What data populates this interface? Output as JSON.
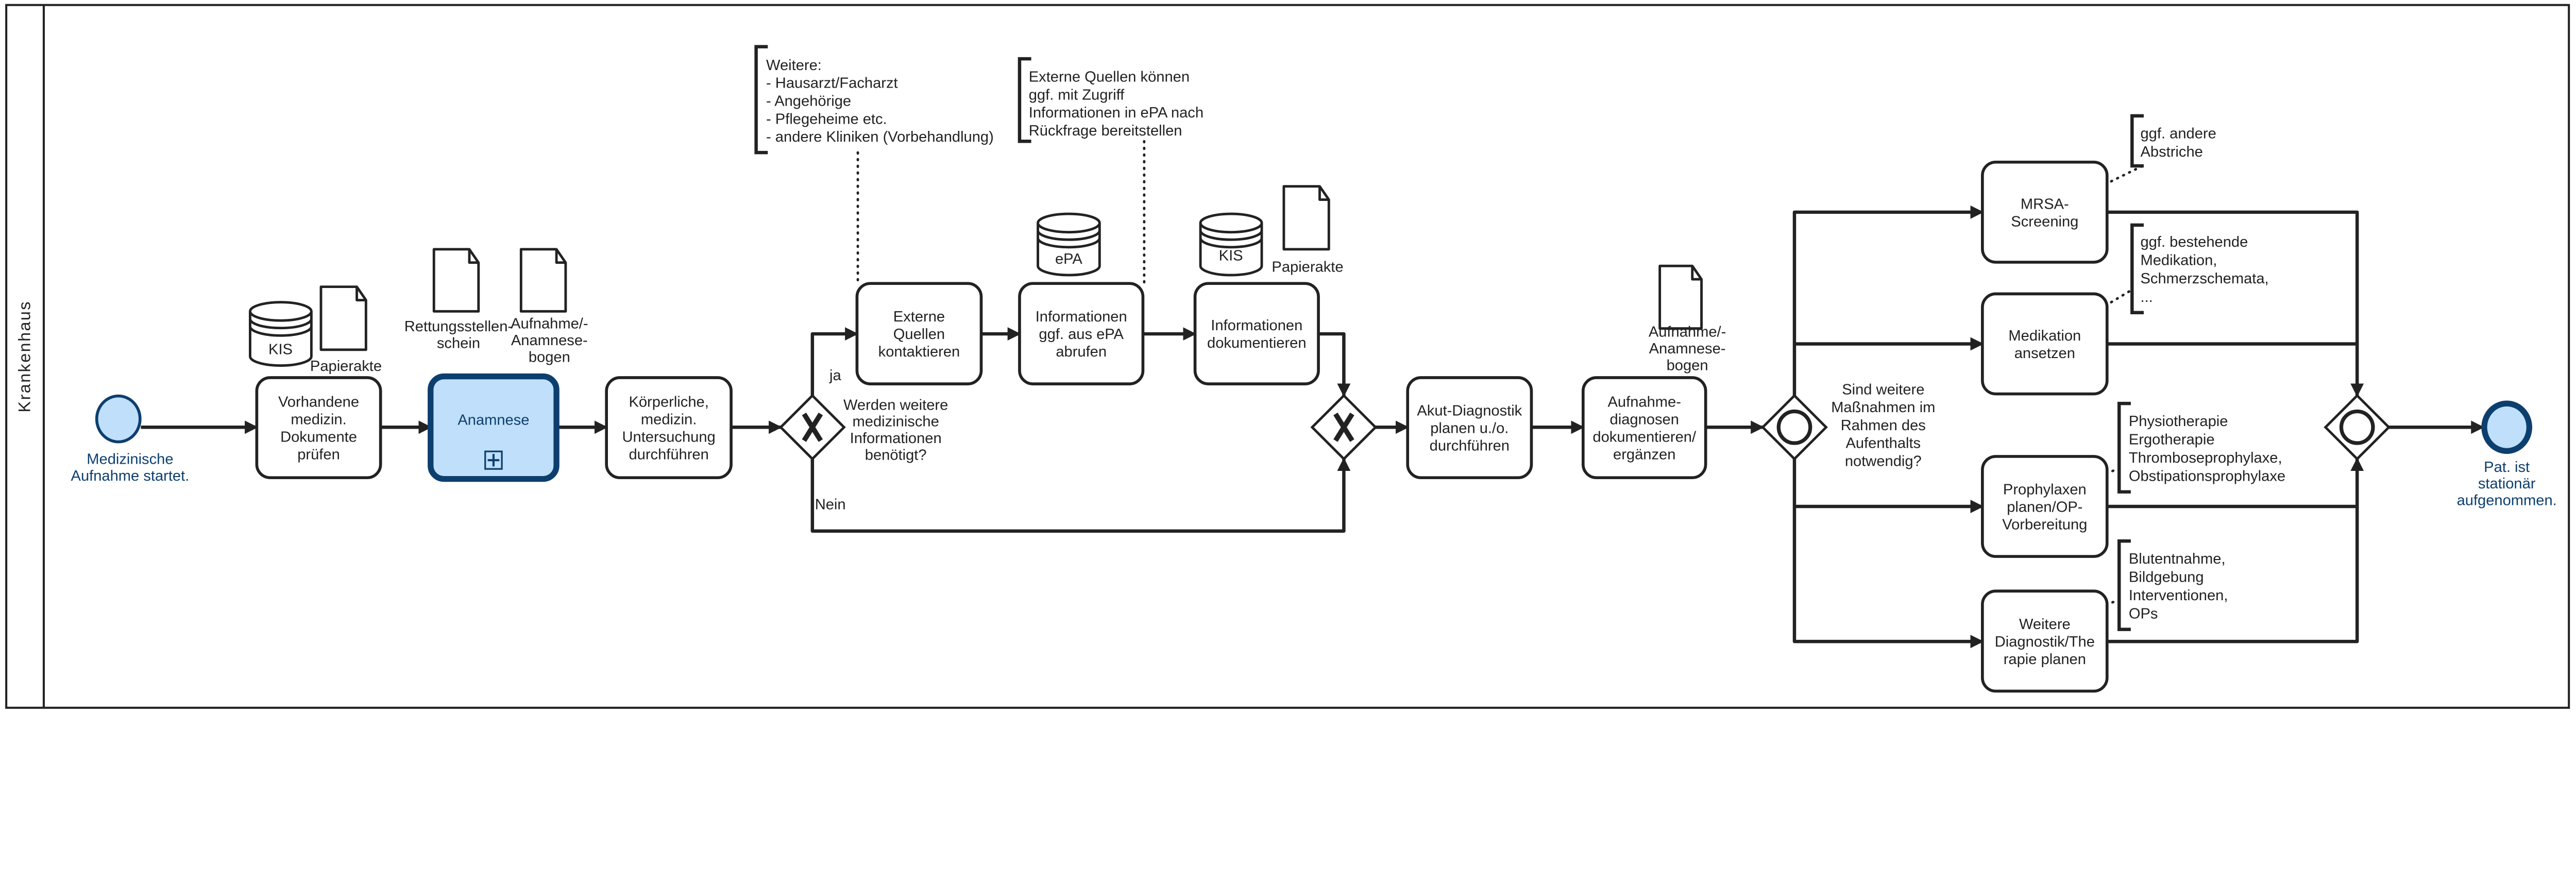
{
  "pool": {
    "lane_label": "Krankenhaus"
  },
  "colors": {
    "stroke": "#222222",
    "event_fill": "#bfdffb",
    "event_stroke": "#0d3f6e",
    "event_text": "#0d3f6e",
    "highlight_fill": "#bfdffb",
    "highlight_stroke": "#0d3f6e"
  },
  "events": {
    "start": {
      "type": "start-event",
      "lines": [
        "Medizinische",
        "Aufnahme startet."
      ]
    },
    "end": {
      "type": "end-event",
      "lines": [
        "Pat. ist",
        "stationär",
        "aufgenommen."
      ]
    }
  },
  "tasks": [
    {
      "id": "vorhandene-dokumente",
      "lines": [
        "Vorhandene",
        "medizin.",
        "Dokumente",
        "prüfen"
      ]
    },
    {
      "id": "anamnese",
      "lines": [
        "Anamnese"
      ],
      "subprocess": true,
      "selected": true
    },
    {
      "id": "koerperliche-untersuchung",
      "lines": [
        "Körperliche,",
        "medizin.",
        "Untersuchung",
        "durchführen"
      ]
    },
    {
      "id": "externe-quellen",
      "lines": [
        "Externe",
        "Quellen",
        "kontaktieren"
      ]
    },
    {
      "id": "epa-abrufen",
      "lines": [
        "Informationen",
        "ggf. aus ePA",
        "abrufen"
      ]
    },
    {
      "id": "informationen-dokumentieren",
      "lines": [
        "Informationen",
        "dokumentieren"
      ]
    },
    {
      "id": "akut-diagnostik",
      "lines": [
        "Akut-Diagnostik",
        "planen u./o.",
        "durchführen"
      ]
    },
    {
      "id": "aufnahmediagnosen",
      "lines": [
        "Aufnahme-",
        "diagnosen",
        "dokumentieren/",
        "ergänzen"
      ]
    },
    {
      "id": "mrsa-screening",
      "lines": [
        "MRSA-",
        "Screening"
      ]
    },
    {
      "id": "medikation",
      "lines": [
        "Medikation",
        "ansetzen"
      ]
    },
    {
      "id": "prophylaxen",
      "lines": [
        "Prophylaxen",
        "planen/OP-",
        "Vorbereitung"
      ]
    },
    {
      "id": "weitere-diagnostik",
      "lines": [
        "Weitere",
        "Diagnostik/The",
        "rapie planen"
      ]
    }
  ],
  "gateways": [
    {
      "id": "gateway-weitere-infos",
      "type": "exclusive",
      "lines": [
        "Werden weitere",
        "medizinische",
        "Informationen",
        "benötigt?"
      ]
    },
    {
      "id": "gateway-merge",
      "type": "exclusive",
      "lines": []
    },
    {
      "id": "gateway-massnahmen",
      "type": "inclusive",
      "lines": [
        "Sind weitere",
        "Maßnahmen im",
        "Rahmen des",
        "Aufenthalts",
        "notwendig?"
      ]
    },
    {
      "id": "gateway-join",
      "type": "inclusive",
      "lines": []
    }
  ],
  "flow_labels": {
    "yes": "ja",
    "no": "Nein"
  },
  "data_objects": [
    {
      "id": "kis-1",
      "type": "data-store",
      "lines": [
        "KIS"
      ]
    },
    {
      "id": "papierakte-1",
      "type": "document",
      "lines": [
        "Papierakte"
      ]
    },
    {
      "id": "rettungsstellenschein",
      "type": "document",
      "lines": [
        "Rettungsstellen-",
        "schein"
      ]
    },
    {
      "id": "anamnesebogen-1",
      "type": "document",
      "lines": [
        "Aufnahme/-",
        "Anamnese-",
        "bogen"
      ]
    },
    {
      "id": "epa",
      "type": "data-store",
      "lines": [
        "ePA"
      ]
    },
    {
      "id": "kis-2",
      "type": "data-store",
      "lines": [
        "KIS"
      ]
    },
    {
      "id": "papierakte-2",
      "type": "document",
      "lines": [
        "Papierakte"
      ]
    },
    {
      "id": "anamnesebogen-2",
      "type": "document",
      "lines": [
        "Aufnahme/-",
        "Anamnese-",
        "bogen"
      ]
    }
  ],
  "annotations": [
    {
      "id": "weitere-quellen",
      "lines": [
        "Weitere:",
        "- Hausarzt/Facharzt",
        "- Angehörige",
        "- Pflegeheime etc.",
        "- andere Kliniken (Vorbehandlung)"
      ]
    },
    {
      "id": "externe-quellen-hinweis",
      "lines": [
        "Externe Quellen können",
        "ggf. mit Zugriff",
        "Informationen in ePA nach",
        "Rückfrage bereitstellen"
      ]
    },
    {
      "id": "abstriche",
      "lines": [
        "ggf. andere",
        "Abstriche"
      ]
    },
    {
      "id": "medikation-hinweis",
      "lines": [
        "ggf. bestehende",
        "Medikation,",
        "Schmerzschemata,",
        "..."
      ]
    },
    {
      "id": "prophylaxe-hinweis",
      "lines": [
        "Physiotherapie",
        "Ergotherapie",
        "Thromboseprophylaxe,",
        "Obstipationsprophylaxe"
      ]
    },
    {
      "id": "diagnostik-hinweis",
      "lines": [
        "Blutentnahme,",
        "Bildgebung",
        "Interventionen,",
        "OPs"
      ]
    }
  ]
}
